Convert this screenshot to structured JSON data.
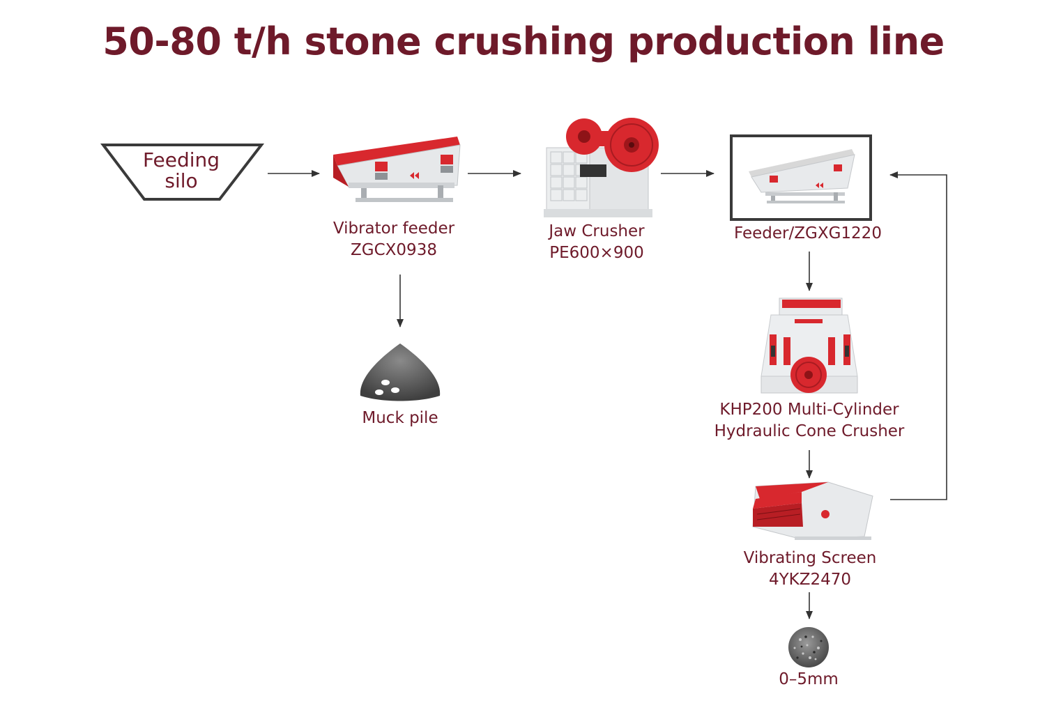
{
  "title": "50-80 t/h stone crushing production line",
  "colors": {
    "title": "#6e1a2a",
    "label": "#6e1a2a",
    "arrow": "#333333",
    "machine_red": "#d8282e",
    "machine_grey": "#dcdfe2",
    "pile": "#6a6a6a"
  },
  "nodes": {
    "feeding_silo": {
      "line1": "Feeding",
      "line2": "silo",
      "icon": "hopper-icon"
    },
    "vibrator_feeder": {
      "line1": "Vibrator feeder",
      "line2": "ZGCX0938",
      "icon": "vibrating-feeder-icon"
    },
    "jaw_crusher": {
      "line1": "Jaw Crusher",
      "line2": "PE600×900",
      "icon": "jaw-crusher-icon"
    },
    "feeder_zgxg": {
      "line1": "Feeder/ZGXG1220",
      "icon": "feeder-icon"
    },
    "muck_pile": {
      "line1": "Muck pile",
      "icon": "muck-pile-icon"
    },
    "cone_crusher": {
      "line1": "KHP200 Multi-Cylinder",
      "line2": "Hydraulic Cone Crusher",
      "icon": "cone-crusher-icon"
    },
    "vibrating_screen": {
      "line1": "Vibrating Screen",
      "line2": "4YKZ2470",
      "icon": "vibrating-screen-icon"
    },
    "product": {
      "line1": "0–5mm",
      "icon": "gravel-icon"
    }
  }
}
